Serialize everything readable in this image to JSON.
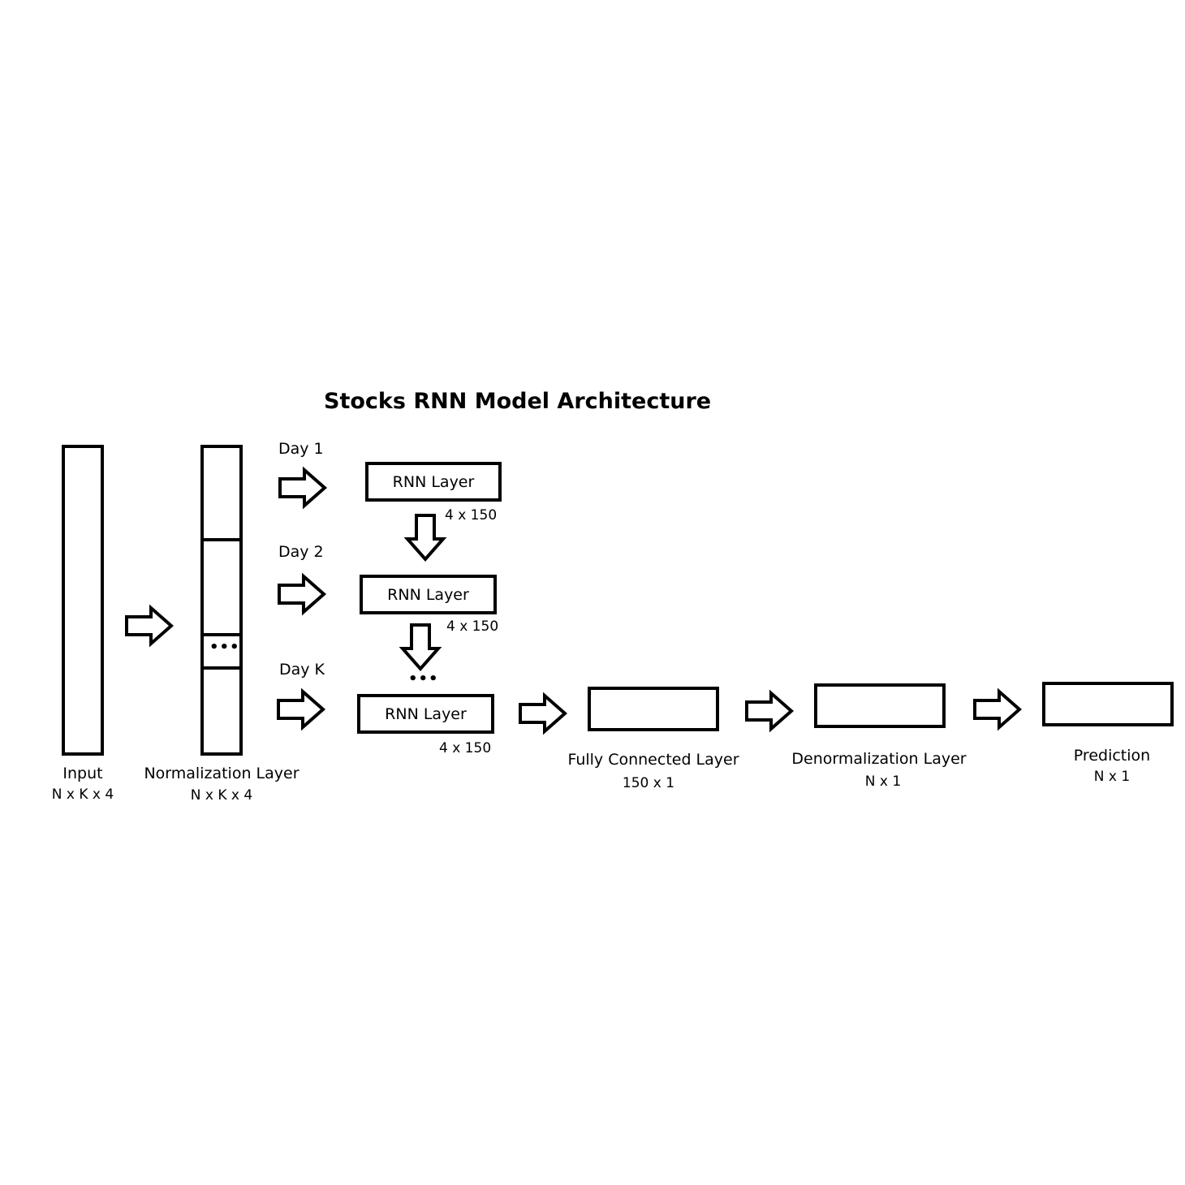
{
  "title": "Stocks RNN Model Architecture",
  "input": {
    "label": "Input",
    "dim": "N x K x 4"
  },
  "normalization": {
    "label": "Normalization Layer",
    "dim": "N x K x 4",
    "dots": "•••"
  },
  "days": [
    {
      "label": "Day 1",
      "rnn_label": "RNN Layer",
      "dim": "4 x 150"
    },
    {
      "label": "Day 2",
      "rnn_label": "RNN Layer",
      "dim": "4 x 150"
    },
    {
      "label": "Day K",
      "rnn_label": "RNN Layer",
      "dim": "4 x 150"
    }
  ],
  "rnn_dots": "•••",
  "fully_connected": {
    "label": "Fully Connected Layer",
    "dim": "150 x 1"
  },
  "denormalization": {
    "label": "Denormalization Layer",
    "dim": "N x 1"
  },
  "prediction": {
    "label": "Prediction",
    "dim": "N x 1"
  }
}
